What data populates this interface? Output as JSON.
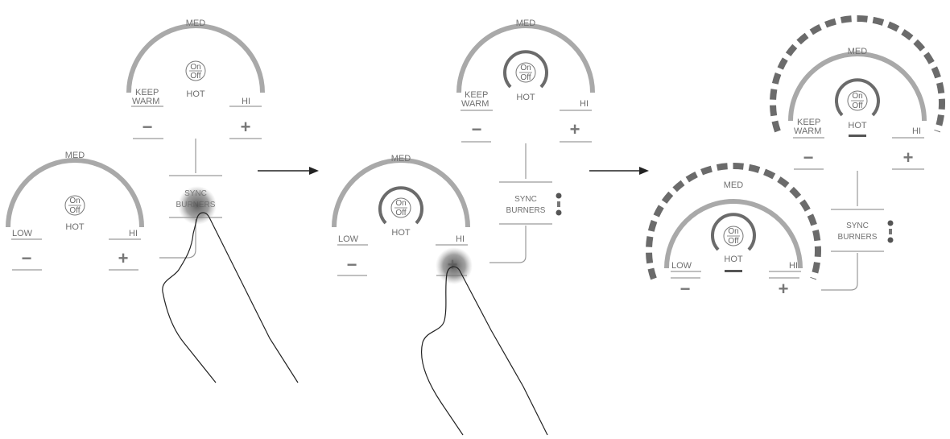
{
  "labels": {
    "med": "MED",
    "hot": "HOT",
    "low": "LOW",
    "hi": "HI",
    "keep": "KEEP",
    "warm": "WARM",
    "on": "On",
    "off": "Off",
    "sync": "SYNC",
    "burners": "BURNERS",
    "minus": "−",
    "plus": "+"
  }
}
